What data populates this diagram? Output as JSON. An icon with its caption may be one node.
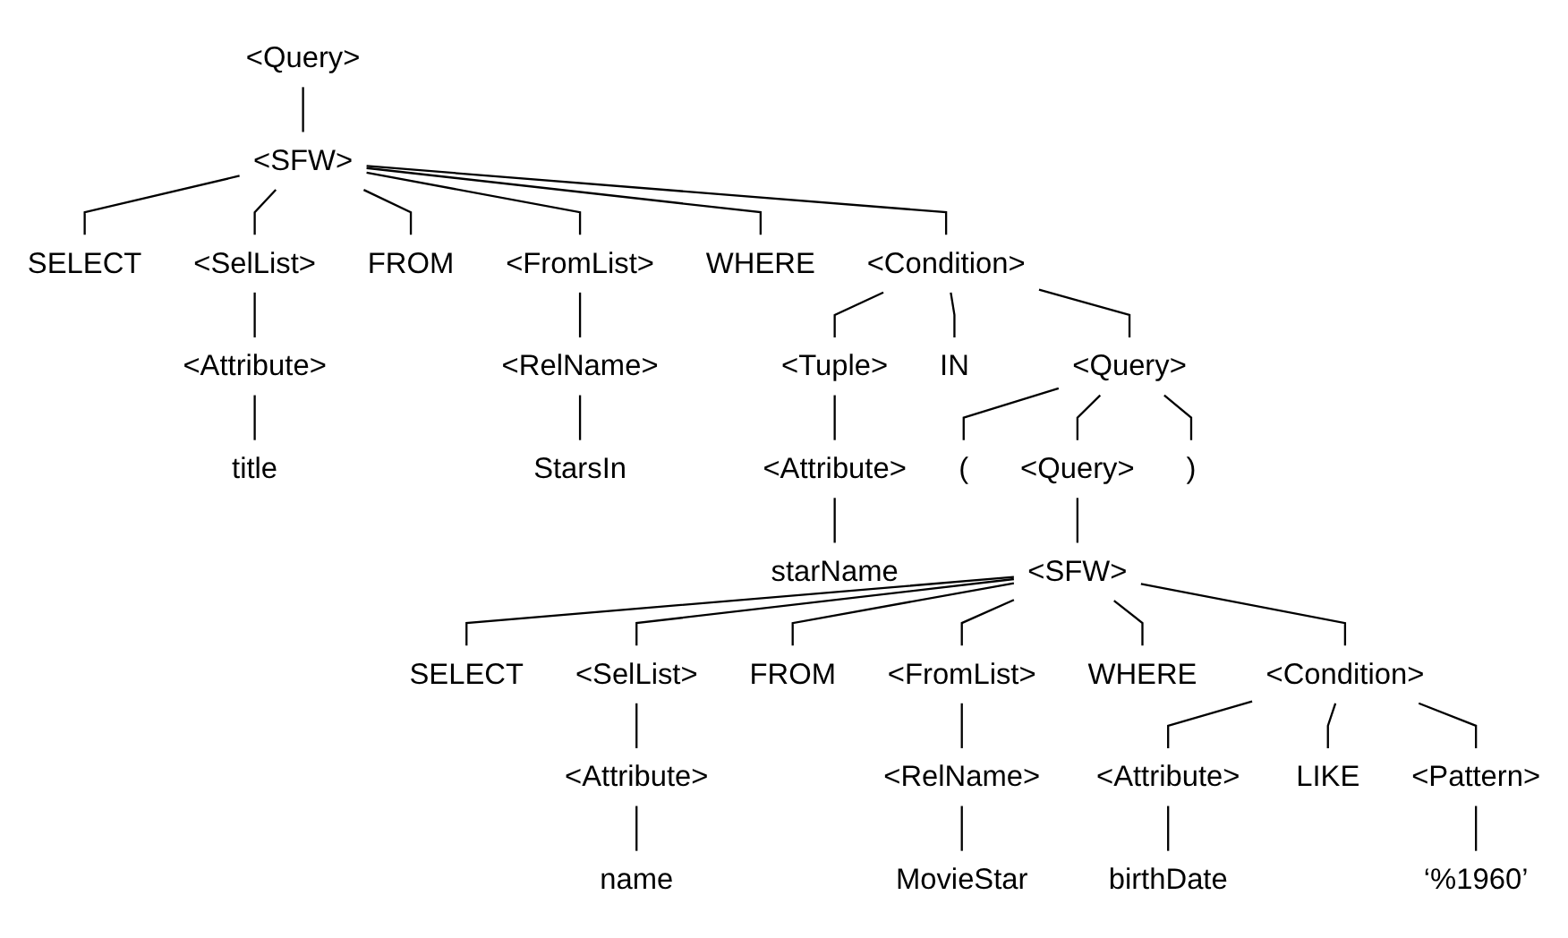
{
  "diagram": {
    "nodes": [
      {
        "text": [
          "<Query>"
        ]
      },
      {
        "text": [
          "<SFW>"
        ]
      },
      {
        "text": [
          "SELECT"
        ]
      },
      {
        "text": [
          "<SelList>"
        ]
      },
      {
        "text": [
          "FROM"
        ]
      },
      {
        "text": [
          "<FromList>"
        ]
      },
      {
        "text": [
          "WHERE"
        ]
      },
      {
        "text": [
          "<Condition>"
        ]
      },
      {
        "text": [
          "<Attribute>"
        ]
      },
      {
        "text": [
          "<RelName>"
        ]
      },
      {
        "text": [
          "<Tuple>"
        ]
      },
      {
        "text": [
          "IN"
        ]
      },
      {
        "text": [
          "<Query>"
        ]
      },
      {
        "text": [
          "title"
        ]
      },
      {
        "text": [
          "StarsIn"
        ]
      },
      {
        "text": [
          "<Attribute>"
        ]
      },
      {
        "text": [
          "("
        ]
      },
      {
        "text": [
          "<Query>"
        ]
      },
      {
        "text": [
          ")"
        ]
      },
      {
        "text": [
          "starName"
        ]
      },
      {
        "text": [
          "<SFW>"
        ]
      },
      {
        "text": [
          "SELECT"
        ]
      },
      {
        "text": [
          "<SelList>"
        ]
      },
      {
        "text": [
          "FROM"
        ]
      },
      {
        "text": [
          "<FromList>"
        ]
      },
      {
        "text": [
          "WHERE"
        ]
      },
      {
        "text": [
          "<Condition>"
        ]
      },
      {
        "text": [
          "<Attribute>"
        ]
      },
      {
        "text": [
          "<RelName>"
        ]
      },
      {
        "text": [
          "<Attribute>"
        ]
      },
      {
        "text": [
          "LIKE"
        ]
      },
      {
        "text": [
          "<Pattern>"
        ]
      },
      {
        "text": [
          "name"
        ]
      },
      {
        "text": [
          "MovieStar"
        ]
      },
      {
        "text": [
          "birthDate"
        ]
      },
      {
        "text": [
          "‘%1960’"
        ]
      }
    ],
    "edges": [
      {
        "from": 0,
        "to": 1,
        "arrow": "none"
      },
      {
        "from": 1,
        "to": 2,
        "arrow": "none"
      },
      {
        "from": 1,
        "to": 3,
        "arrow": "none"
      },
      {
        "from": 1,
        "to": 4,
        "arrow": "none"
      },
      {
        "from": 1,
        "to": 5,
        "arrow": "none"
      },
      {
        "from": 1,
        "to": 6,
        "arrow": "none"
      },
      {
        "from": 1,
        "to": 7,
        "arrow": "none"
      },
      {
        "from": 3,
        "to": 8,
        "arrow": "none"
      },
      {
        "from": 5,
        "to": 9,
        "arrow": "none"
      },
      {
        "from": 7,
        "to": 10,
        "arrow": "none"
      },
      {
        "from": 7,
        "to": 11,
        "arrow": "none"
      },
      {
        "from": 7,
        "to": 12,
        "arrow": "none"
      },
      {
        "from": 8,
        "to": 13,
        "arrow": "none"
      },
      {
        "from": 9,
        "to": 14,
        "arrow": "none"
      },
      {
        "from": 10,
        "to": 15,
        "arrow": "none"
      },
      {
        "from": 12,
        "to": 16,
        "arrow": "none"
      },
      {
        "from": 12,
        "to": 17,
        "arrow": "none"
      },
      {
        "from": 12,
        "to": 18,
        "arrow": "none"
      },
      {
        "from": 15,
        "to": 19,
        "arrow": "none"
      },
      {
        "from": 17,
        "to": 20,
        "arrow": "none"
      },
      {
        "from": 20,
        "to": 21,
        "arrow": "none"
      },
      {
        "from": 20,
        "to": 22,
        "arrow": "none"
      },
      {
        "from": 20,
        "to": 23,
        "arrow": "none"
      },
      {
        "from": 20,
        "to": 24,
        "arrow": "none"
      },
      {
        "from": 20,
        "to": 25,
        "arrow": "none"
      },
      {
        "from": 20,
        "to": 26,
        "arrow": "none"
      },
      {
        "from": 22,
        "to": 27,
        "arrow": "none"
      },
      {
        "from": 24,
        "to": 28,
        "arrow": "none"
      },
      {
        "from": 26,
        "to": 29,
        "arrow": "none"
      },
      {
        "from": 26,
        "to": 30,
        "arrow": "none"
      },
      {
        "from": 26,
        "to": 31,
        "arrow": "none"
      },
      {
        "from": 27,
        "to": 32,
        "arrow": "none"
      },
      {
        "from": 28,
        "to": 33,
        "arrow": "none"
      },
      {
        "from": 29,
        "to": 34,
        "arrow": "none"
      },
      {
        "from": 31,
        "to": 35,
        "arrow": "none"
      }
    ]
  }
}
